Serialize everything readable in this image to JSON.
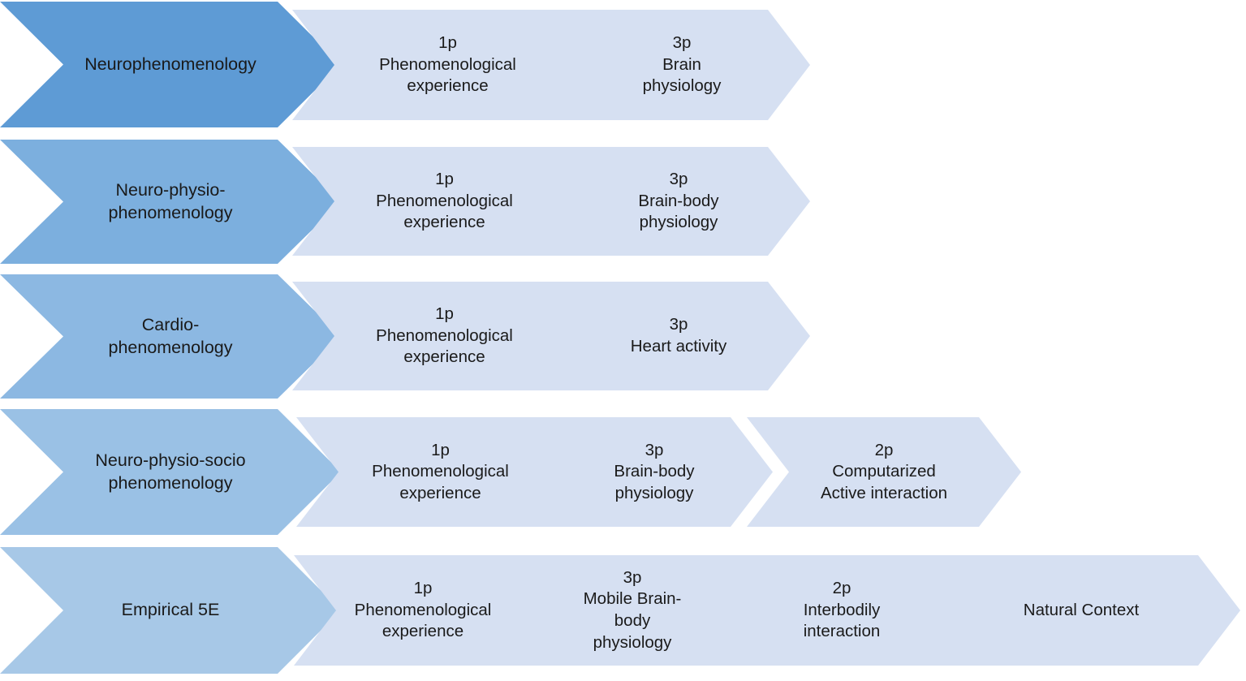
{
  "diagram": {
    "title": "Phenomenology approaches chevron diagram",
    "type": "chevron-process-rows",
    "colors": {
      "background": "#ffffff",
      "label_row_1": "#5E9BD5",
      "label_row_2": "#7CAFDE",
      "label_row_3": "#8CB8E2",
      "label_row_4": "#9AC1E5",
      "label_row_5": "#A7C8E7",
      "step_fill": "#D6E0F2",
      "text": "#1a1a1a"
    },
    "rows": [
      {
        "label": "Neurophenomenology",
        "steps": [
          {
            "person": "1p",
            "text": "Phenomenological\nexperience"
          },
          {
            "person": "3p",
            "text": "Brain\nphysiology"
          }
        ]
      },
      {
        "label": "Neuro-physio-\nphenomenology",
        "steps": [
          {
            "person": "1p",
            "text": "Phenomenological\nexperience"
          },
          {
            "person": "3p",
            "text": "Brain-body\nphysiology"
          }
        ]
      },
      {
        "label": "Cardio-\nphenomenology",
        "steps": [
          {
            "person": "1p",
            "text": "Phenomenological\nexperience"
          },
          {
            "person": "3p",
            "text": "Heart activity"
          }
        ]
      },
      {
        "label": "Neuro-physio-socio\nphenomenology",
        "steps": [
          {
            "person": "1p",
            "text": "Phenomenological\nexperience"
          },
          {
            "person": "3p",
            "text": "Brain-body\nphysiology"
          },
          {
            "person": "2p",
            "text": "Computarized\nActive interaction"
          }
        ]
      },
      {
        "label": "Empirical 5E",
        "steps": [
          {
            "person": "1p",
            "text": "Phenomenological\nexperience"
          },
          {
            "person": "3p",
            "text": "Mobile Brain-\nbody\nphysiology"
          },
          {
            "person": "2p",
            "text": "Interbodily\ninteraction"
          },
          {
            "person": "",
            "text": "Natural Context"
          }
        ]
      }
    ]
  }
}
